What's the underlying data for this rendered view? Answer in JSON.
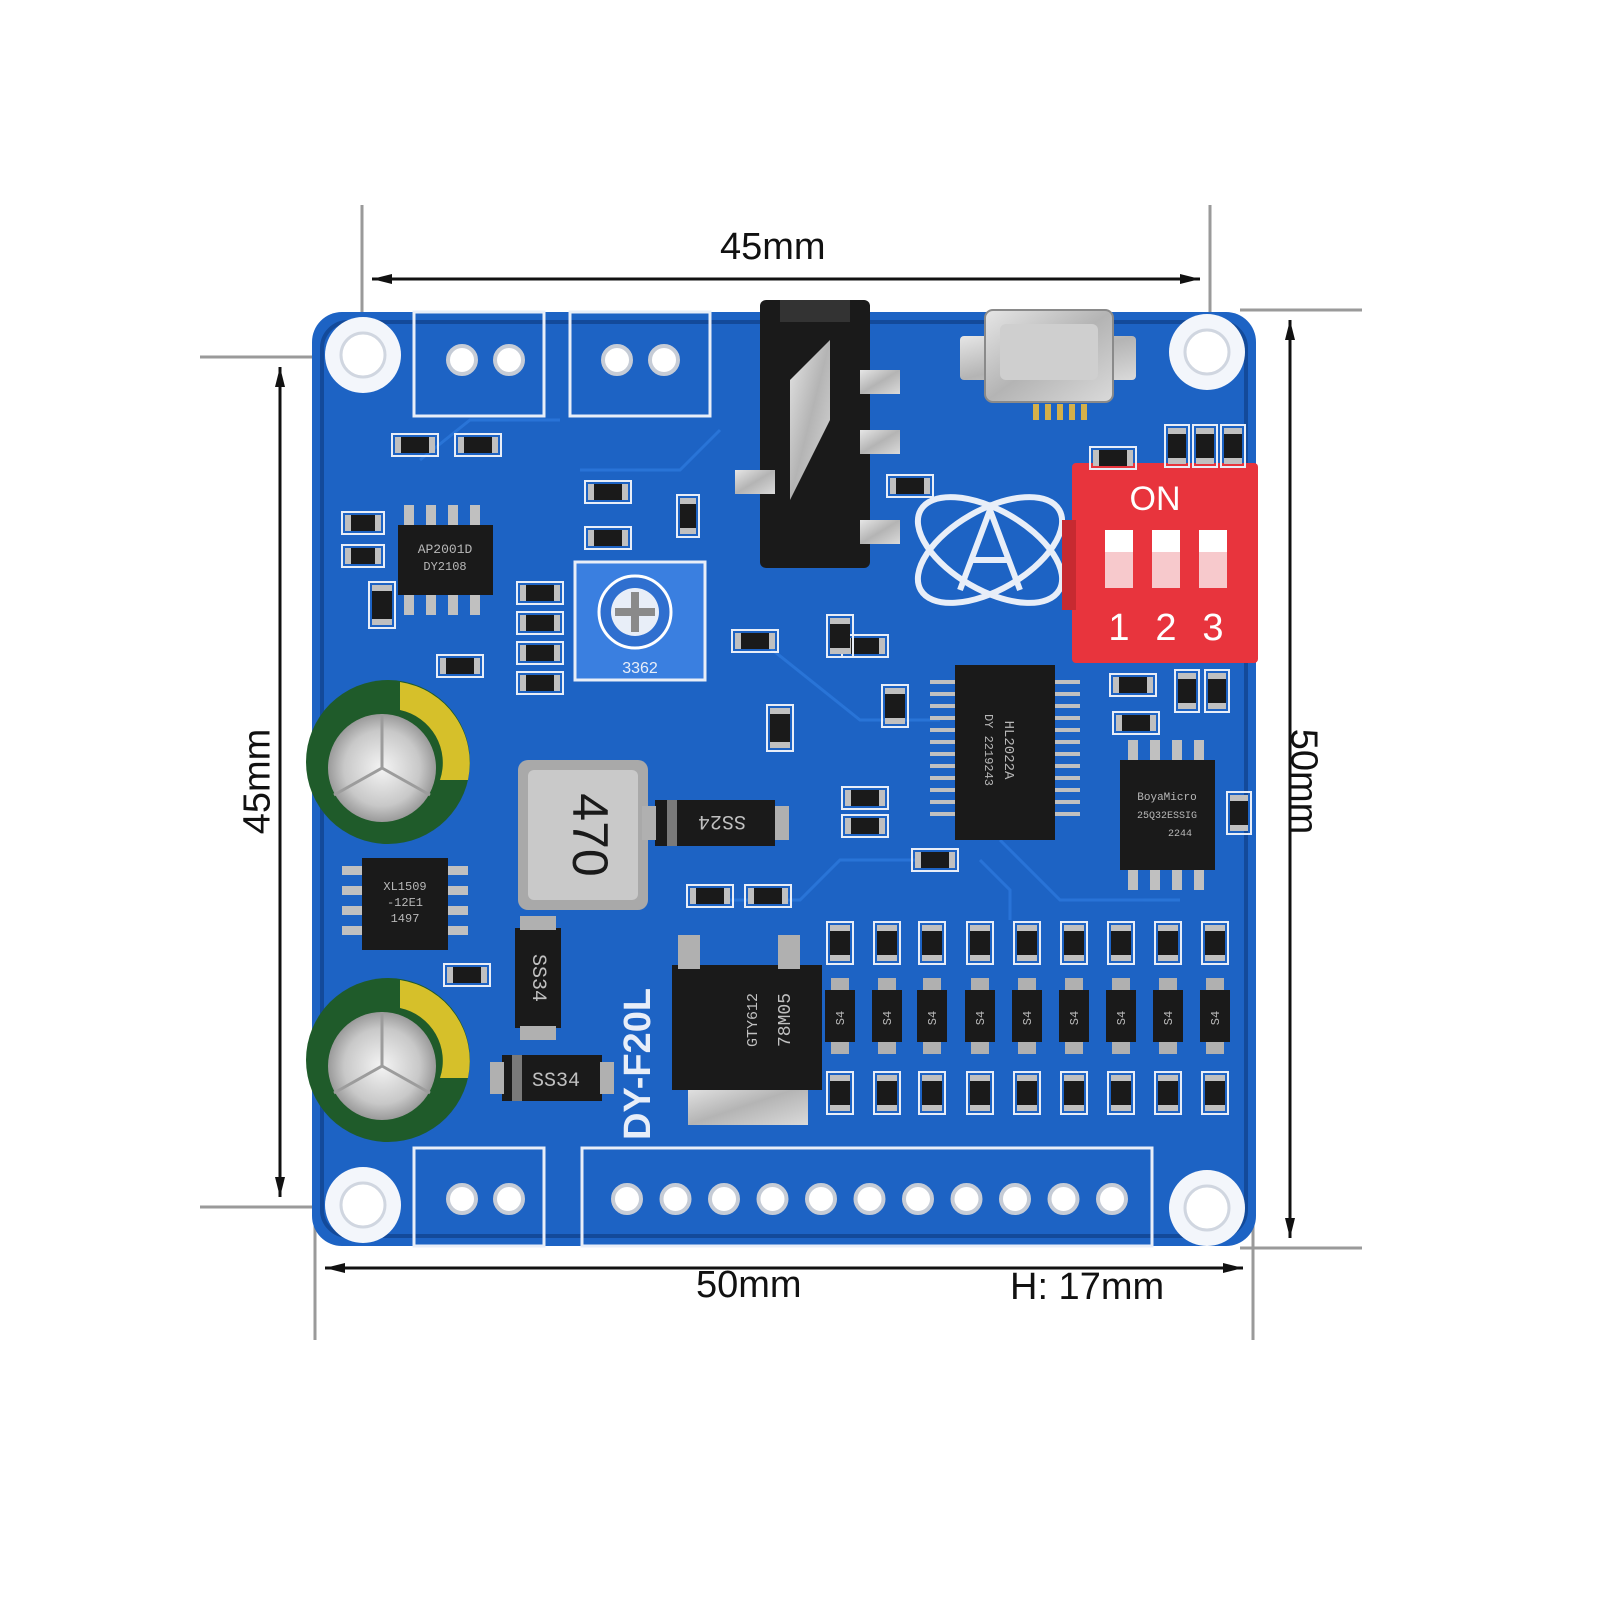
{
  "dimensions": {
    "top_width": "45mm",
    "bottom_width": "50mm",
    "left_height": "45mm",
    "right_height": "50mm",
    "board_height": "H: 17mm"
  },
  "board": {
    "model": "DY-F20L",
    "dip_switch": {
      "label": "ON",
      "positions": [
        "1",
        "2",
        "3"
      ]
    },
    "potentiometer": "3362",
    "inductor": "470",
    "regulator": "78M05",
    "regulator_code": "GTY612",
    "diode_top": "SS24",
    "diode_side": "SS34",
    "diode_bottom": "SS34",
    "amp_chip": "AP2001D",
    "amp_chip_code": "DY2108",
    "buck_chip": "XL1509",
    "buck_chip_code": "-12E1",
    "buck_chip_lot": "1497",
    "decoder_chip": "HL2022A",
    "decoder_chip_code": "DY 2219243",
    "flash_chip": "BoyaMicro",
    "flash_chip_code": "25Q32ESSIG",
    "flash_chip_lot": "2244",
    "small_diode_mark": "S4"
  },
  "colors": {
    "pcb": "#1d63c4",
    "pcb_dark": "#134a9a",
    "dip_red": "#e8343d",
    "pot_blue": "#3a7fe0",
    "silkscreen": "#e8eef8",
    "dimension_line": "#111111",
    "extension_line": "#9a9a9a"
  }
}
